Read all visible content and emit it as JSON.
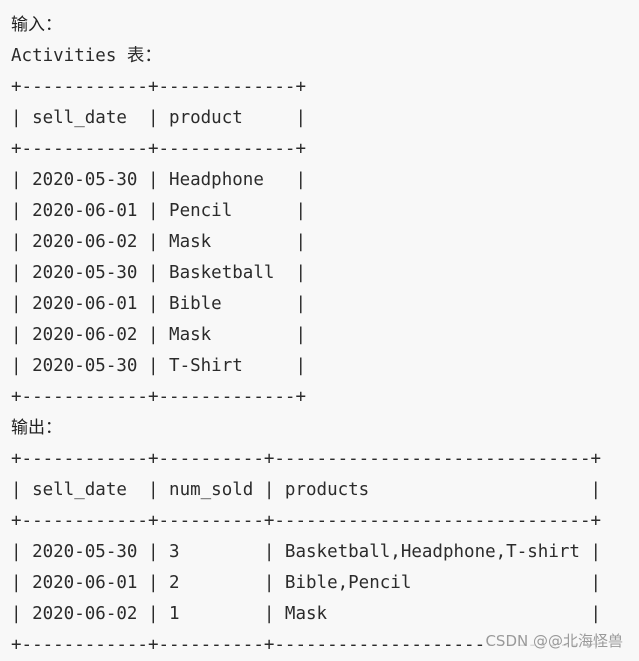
{
  "input_label": "输入：",
  "activities_label": "Activities 表：",
  "input_table": {
    "border": "+------------+-------------+",
    "header": "| sell_date  | product     |",
    "rows": [
      "| 2020-05-30 | Headphone   |",
      "| 2020-06-01 | Pencil      |",
      "| 2020-06-02 | Mask        |",
      "| 2020-05-30 | Basketball  |",
      "| 2020-06-01 | Bible       |",
      "| 2020-06-02 | Mask        |",
      "| 2020-05-30 | T-Shirt     |"
    ]
  },
  "output_label": "输出：",
  "output_table": {
    "border": "+------------+----------+------------------------------+",
    "header": "| sell_date  | num_sold | products                     |",
    "rows": [
      "| 2020-05-30 | 3        | Basketball,Headphone,T-shirt |",
      "| 2020-06-01 | 2        | Bible,Pencil                 |",
      "| 2020-06-02 | 1        | Mask                         |"
    ]
  },
  "watermark": "CSDN @@北海怪兽"
}
